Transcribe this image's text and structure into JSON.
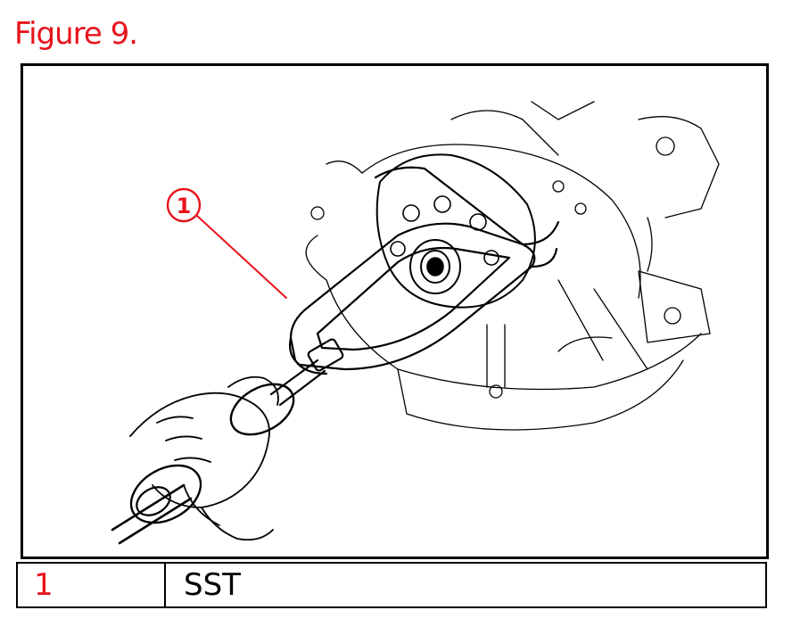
{
  "figure": {
    "title": "Figure 9."
  },
  "callout": {
    "number": "1"
  },
  "legend": [
    {
      "number": "1",
      "label": "SST"
    }
  ],
  "colors": {
    "accent": "#e8141c",
    "ink": "#000000"
  }
}
